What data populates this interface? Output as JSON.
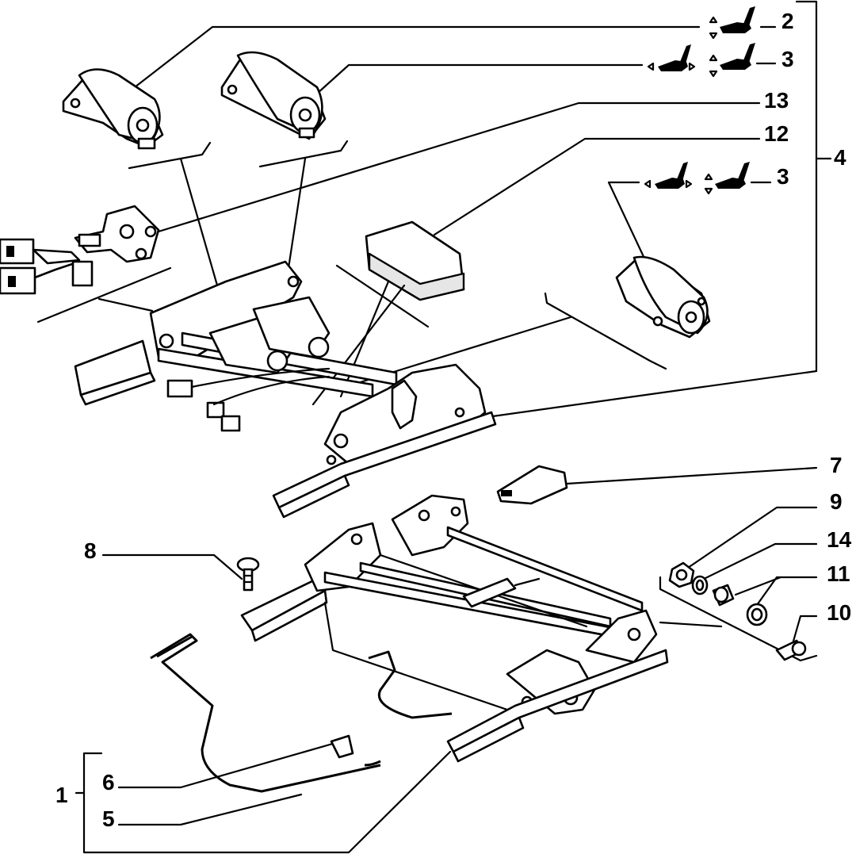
{
  "callouts": [
    {
      "id": "1",
      "label": "1"
    },
    {
      "id": "2",
      "label": "2"
    },
    {
      "id": "3a",
      "label": "3"
    },
    {
      "id": "3b",
      "label": "3"
    },
    {
      "id": "4",
      "label": "4"
    },
    {
      "id": "5",
      "label": "5"
    },
    {
      "id": "6",
      "label": "6"
    },
    {
      "id": "7",
      "label": "7"
    },
    {
      "id": "8",
      "label": "8"
    },
    {
      "id": "9",
      "label": "9"
    },
    {
      "id": "10",
      "label": "10"
    },
    {
      "id": "11",
      "label": "11"
    },
    {
      "id": "12",
      "label": "12"
    },
    {
      "id": "13",
      "label": "13"
    },
    {
      "id": "14",
      "label": "14"
    }
  ],
  "icons": [
    "seat-height-icon",
    "seat-fore-aft-icon",
    "seat-tilt-icon"
  ]
}
